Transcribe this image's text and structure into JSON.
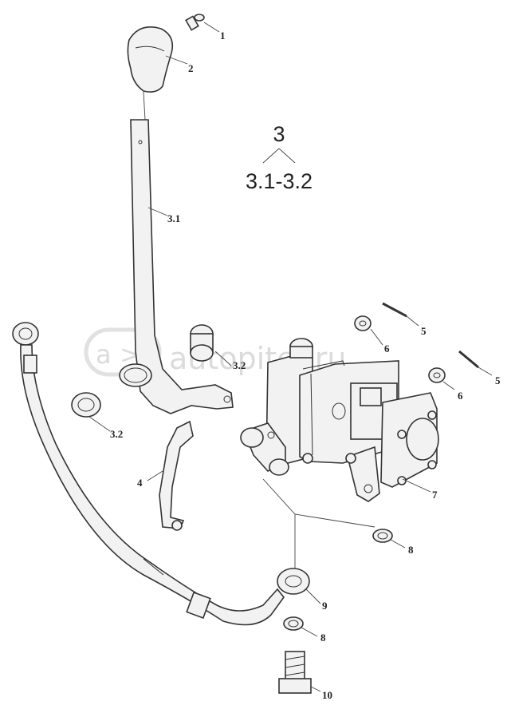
{
  "diagram": {
    "assembly_number": "3",
    "assembly_range": "3.1-3.2",
    "watermark": "autopiter.ru",
    "callouts": [
      {
        "id": "c1",
        "text": "1"
      },
      {
        "id": "c2",
        "text": "2"
      },
      {
        "id": "c31",
        "text": "3.1"
      },
      {
        "id": "c32a",
        "text": "3.2"
      },
      {
        "id": "c32b",
        "text": "3.2"
      },
      {
        "id": "c4",
        "text": "4"
      },
      {
        "id": "c5a",
        "text": "5"
      },
      {
        "id": "c5b",
        "text": "5"
      },
      {
        "id": "c6a",
        "text": "6"
      },
      {
        "id": "c6b",
        "text": "6"
      },
      {
        "id": "c7",
        "text": "7"
      },
      {
        "id": "c8a",
        "text": "8"
      },
      {
        "id": "c8b",
        "text": "8"
      },
      {
        "id": "c9",
        "text": "9"
      },
      {
        "id": "c10",
        "text": "10"
      }
    ]
  }
}
